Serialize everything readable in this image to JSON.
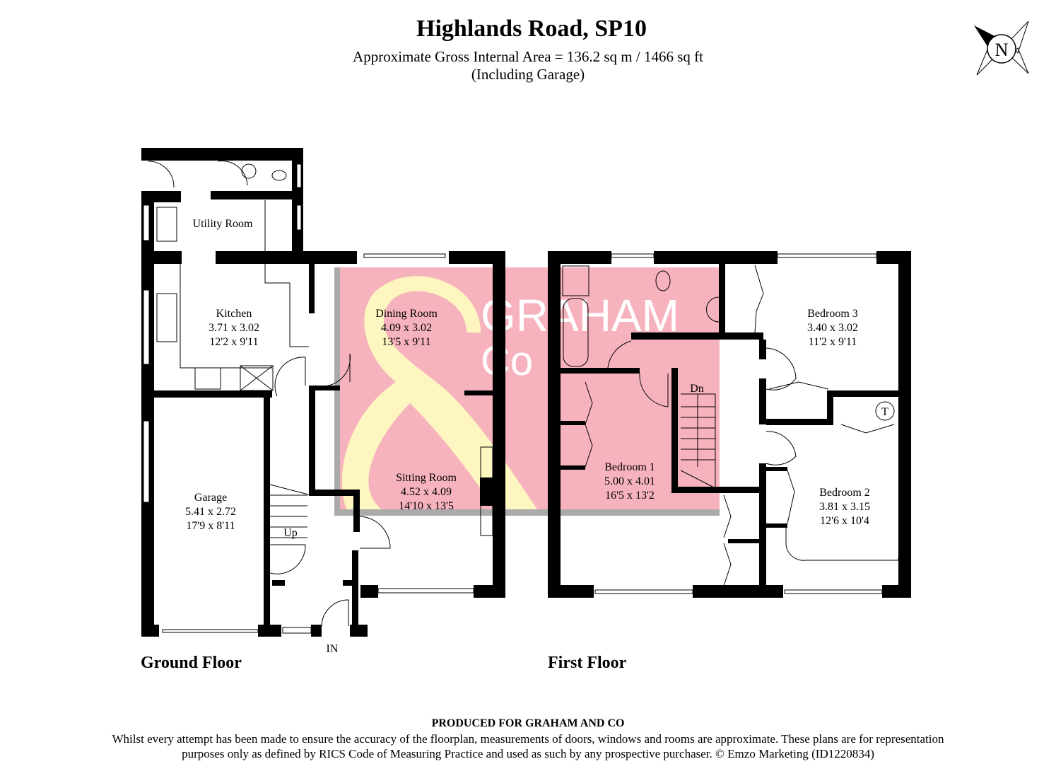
{
  "header": {
    "title": "Highlands Road, SP10",
    "area": "Approximate Gross Internal Area = 136.2 sq m / 1466 sq ft",
    "note": "(Including Garage)"
  },
  "compass": {
    "label": "N",
    "icon": "north-compass-icon"
  },
  "watermark": {
    "logo_text": "GRAHAM & Co",
    "color_bg": "#f7b3bd",
    "color_amp": "#fdf6c0"
  },
  "ground_floor": {
    "label": "Ground Floor",
    "rooms": [
      {
        "name": "Utility Room"
      },
      {
        "name": "Kitchen",
        "metric": "3.71 x 3.02",
        "imperial": "12'2 x 9'11"
      },
      {
        "name": "Dining Room",
        "metric": "4.09 x 3.02",
        "imperial": "13'5 x 9'11"
      },
      {
        "name": "Sitting Room",
        "metric": "4.52 x 4.09",
        "imperial": "14'10 x 13'5"
      },
      {
        "name": "Garage",
        "metric": "5.41 x 2.72",
        "imperial": "17'9 x 8'11"
      }
    ],
    "stairs_label": "Up",
    "entrance_label": "IN"
  },
  "first_floor": {
    "label": "First Floor",
    "rooms": [
      {
        "name": "Bedroom 1",
        "metric": "5.00 x 4.01",
        "imperial": "16'5 x 13'2"
      },
      {
        "name": "Bedroom 2",
        "metric": "3.81 x 3.15",
        "imperial": "12'6 x 10'4"
      },
      {
        "name": "Bedroom 3",
        "metric": "3.40 x 3.02",
        "imperial": "11'2 x 9'11"
      }
    ],
    "stairs_label": "Dn",
    "tank_label": "T"
  },
  "footer": {
    "produced": "PRODUCED FOR GRAHAM AND CO",
    "line1": "Whilst every attempt has been made to ensure the accuracy of the floorplan, measurements of doors, windows and rooms are approximate. These plans are for representation",
    "line2": "purposes only as defined by RICS Code of Measuring Practice and used as such by any prospective purchaser. © Emzo Marketing (ID1220834)"
  }
}
